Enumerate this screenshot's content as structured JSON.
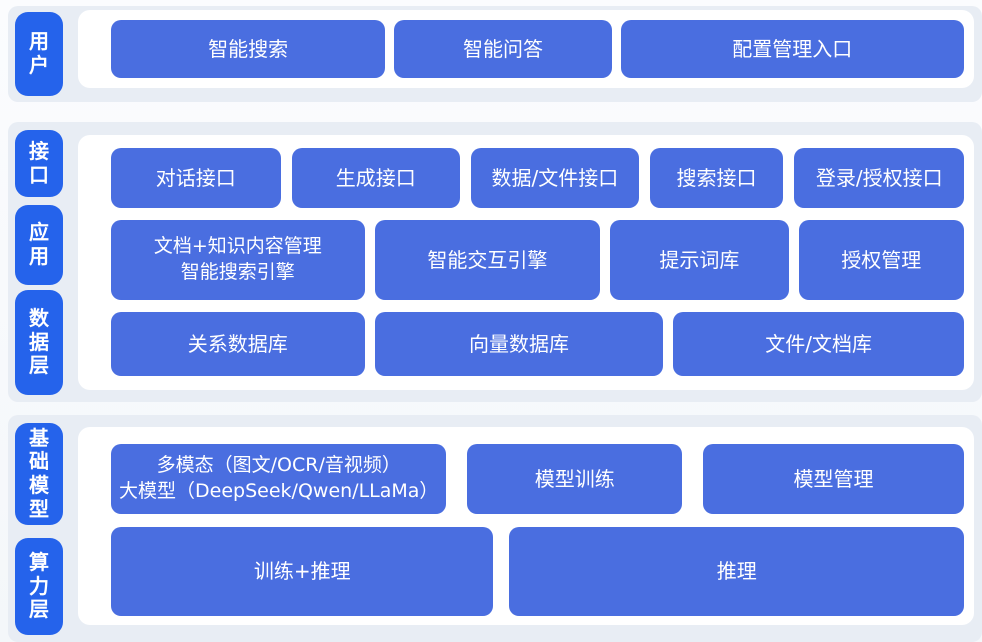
{
  "palette": {
    "pill_blue": "#2563eb",
    "box_blue": "#4a6ee0",
    "section_bg": "#e8edf4",
    "panel_bg": "#ffffff",
    "page_bg": "#f5f8fb",
    "text": "#ffffff"
  },
  "sections": [
    {
      "pills": [
        {
          "label": "用户"
        }
      ],
      "rows": [
        {
          "boxes": [
            {
              "label": "智能搜索"
            },
            {
              "label": "智能问答"
            },
            {
              "label": "配置管理入口"
            }
          ]
        }
      ]
    },
    {
      "pills": [
        {
          "label": "接口"
        },
        {
          "label": "应用"
        },
        {
          "label": "数据层"
        }
      ],
      "rows": [
        {
          "boxes": [
            {
              "label": "对话接口"
            },
            {
              "label": "生成接口"
            },
            {
              "label": "数据/文件接口"
            },
            {
              "label": "搜索接口"
            },
            {
              "label": "登录/授权接口"
            }
          ]
        },
        {
          "boxes": [
            {
              "line1": "文档+知识内容管理",
              "line2": "智能搜索引擎"
            },
            {
              "label": "智能交互引擎"
            },
            {
              "label": "提示词库"
            },
            {
              "label": "授权管理"
            }
          ]
        },
        {
          "boxes": [
            {
              "label": "关系数据库"
            },
            {
              "label": "向量数据库"
            },
            {
              "label": "文件/文档库"
            }
          ]
        }
      ]
    },
    {
      "pills": [
        {
          "label": "基础模型"
        },
        {
          "label": "算力层"
        }
      ],
      "rows": [
        {
          "boxes": [
            {
              "line1": "多模态（图文/OCR/音视频）",
              "line2": "大模型（DeepSeek/Qwen/LLaMa）"
            },
            {
              "label": "模型训练"
            },
            {
              "label": "模型管理"
            }
          ]
        },
        {
          "boxes": [
            {
              "label": "训练+推理"
            },
            {
              "label": "推理"
            }
          ]
        }
      ]
    }
  ]
}
